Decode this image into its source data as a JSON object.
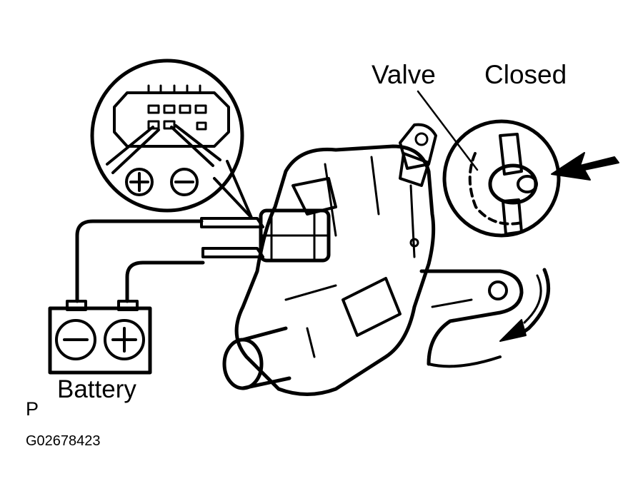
{
  "labels": {
    "valve": "Valve",
    "closed": "Closed",
    "battery": "Battery",
    "plus_symbol": "+",
    "minus_symbol": "−",
    "view_letter": "P",
    "figure_code": "G02678423"
  },
  "colors": {
    "ink": "#000000",
    "paper": "#ffffff"
  },
  "icons": {
    "arrow_direction": "arrow-left-icon",
    "rotation": "curved-arrow-icon"
  }
}
